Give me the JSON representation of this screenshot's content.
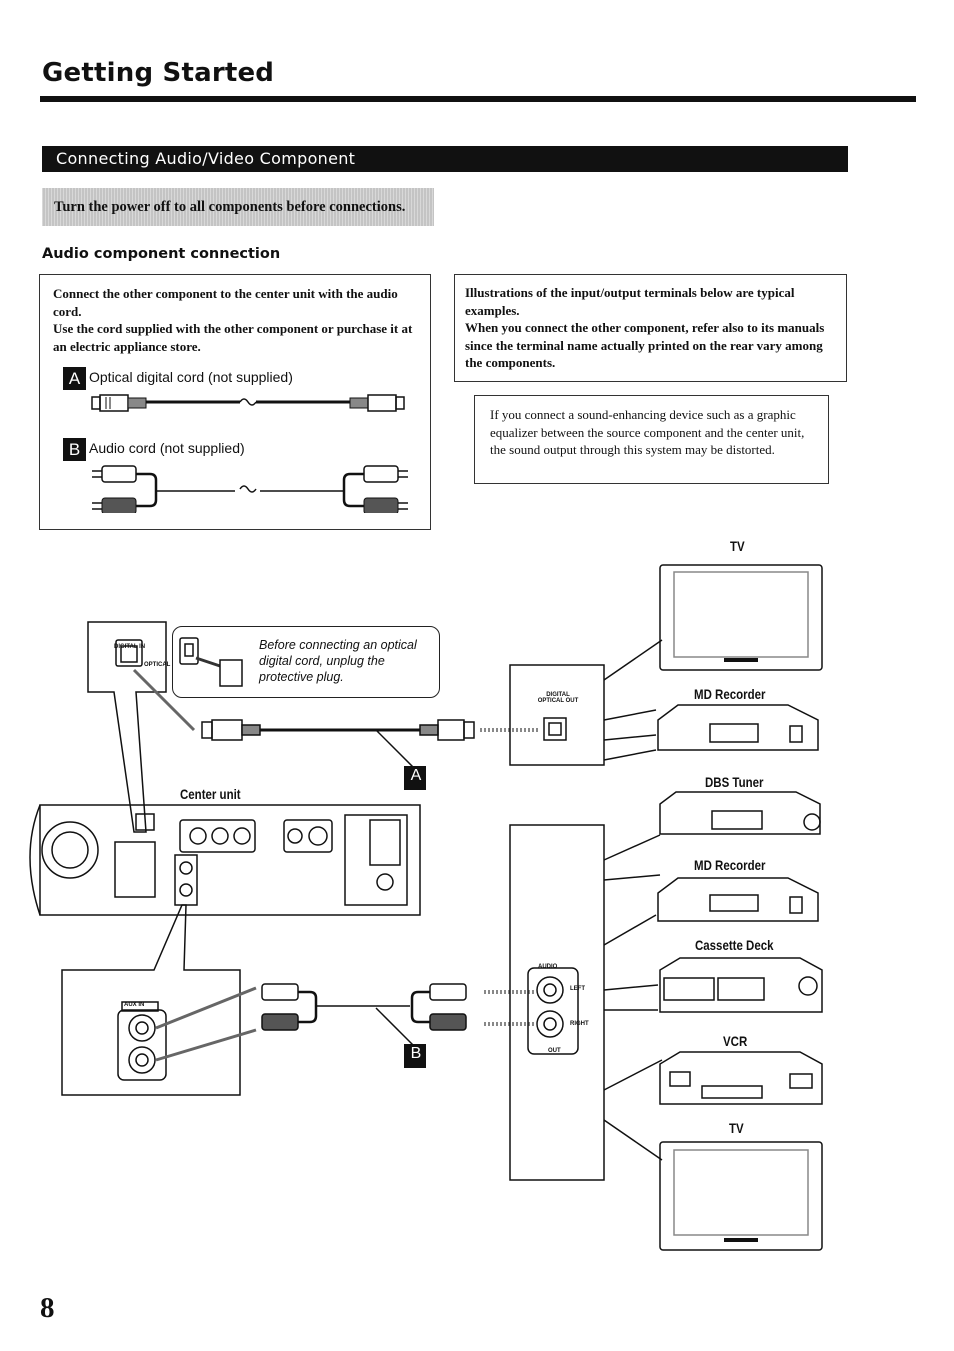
{
  "header": {
    "title": "Getting Started"
  },
  "section": {
    "title": "Connecting Audio/Video Component",
    "warning": "Turn the power off to all components before connections.",
    "subheading": "Audio component connection"
  },
  "left_box": {
    "line1": "Connect the other component to the center unit with the audio cord.",
    "line2": "Use the cord supplied with the other component or purchase it at an electric appliance store.",
    "cords": [
      {
        "badge": "A",
        "label": "Optical digital cord (not supplied)"
      },
      {
        "badge": "B",
        "label": "Audio cord (not supplied)"
      }
    ]
  },
  "right_box": {
    "line1": "Illustrations of the input/output terminals below are typical examples.",
    "line2": "When you connect the other component, refer also to its manuals since the terminal name actually printed on the rear vary among the components."
  },
  "note_box": {
    "text": "If you connect a sound-enhancing device such as a graphic equalizer between the source component and the center unit, the sound output through this system may be distorted."
  },
  "diagram": {
    "callout_text": "Before connecting an optical digital cord, unplug the protective plug.",
    "center_unit_label": "Center unit",
    "digital_in_label": "DIGITAL IN",
    "optical_label": "OPTICAL",
    "digital_optical_out_label": "DIGITAL OPTICAL OUT",
    "aux_in_label": "AUX IN",
    "audio_label": "AUDIO",
    "left_label": "LEFT",
    "right_label": "RIGHT",
    "out_label": "OUT",
    "badge_a": "A",
    "badge_b": "B",
    "devices": [
      "TV",
      "MD Recorder",
      "DBS Tuner",
      "MD Recorder",
      "Cassette Deck",
      "VCR",
      "TV"
    ]
  },
  "footer": {
    "page_number": "8"
  }
}
